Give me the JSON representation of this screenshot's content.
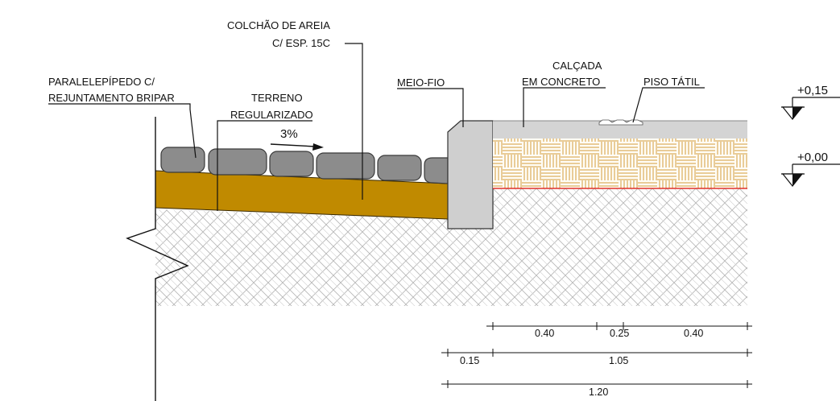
{
  "labels": {
    "paralelepipedo_1": "PARALELEPÍPEDO C/",
    "paralelepipedo_2": "REJUNTAMENTO BRIPAR",
    "colchao_1": "COLCHÃO  DE  AREIA",
    "colchao_2": "C/  ESP.  15C",
    "terreno_1": "TERRENO",
    "terreno_2": "REGULARIZADO",
    "slope": "3%",
    "meio_fio": "MEIO-FIO",
    "calcada_1": "CALÇADA",
    "calcada_2": "EM CONCRETO",
    "piso_tatil": "PISO TÁTIL"
  },
  "levels": {
    "top": "+0,15",
    "base": "+0,00"
  },
  "dimensions": {
    "row1": [
      "0.40",
      "0.25",
      "0.40"
    ],
    "row2": [
      "0.15",
      "1.05"
    ],
    "row3": [
      "1.20"
    ]
  },
  "colors": {
    "sand": "#c08a00",
    "stone": "#8c8c8c",
    "curb": "#cfcfcf",
    "sidewalk": "#d4d4d4",
    "gravel": "#d8a24a",
    "redline": "#e0312b",
    "hatch": "#b5b5b5"
  }
}
